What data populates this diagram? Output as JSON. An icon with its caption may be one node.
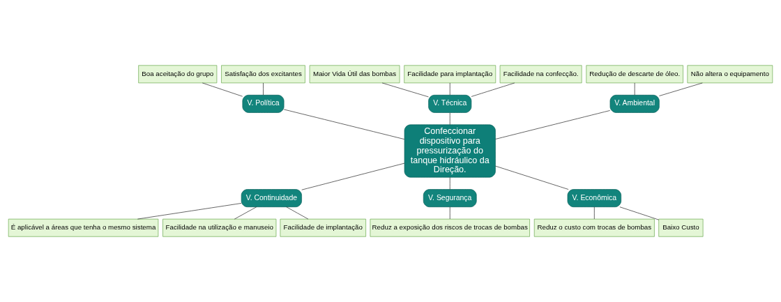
{
  "diagram": {
    "nodes": [
      {
        "text": [
          "V. Ambiental"
        ]
      },
      {
        "text": [
          "V. Política"
        ]
      },
      {
        "text": [
          "V. Técnica"
        ]
      },
      {
        "text": [
          "Redução de descarte de óleo."
        ]
      },
      {
        "text": [
          "Boa aceitação do grupo"
        ]
      },
      {
        "text": [
          "Maior Vida Útil das bombas"
        ]
      },
      {
        "text": [
          "Facilidade para implantação"
        ]
      },
      {
        "text": [
          "Não altera o equipamento"
        ]
      },
      {
        "text": [
          "Satisfação dos excitantes"
        ]
      },
      {
        "text": [
          "Facilidade na confecção."
        ]
      },
      {
        "text": [
          "Confeccionar dispositivo para pressurização do tanque hidráulico da Direção."
        ]
      },
      {
        "text": [
          "Reduz o custo com trocas de bombas"
        ]
      },
      {
        "text": [
          "É aplicável a áreas que tenha o mesmo sistema"
        ]
      },
      {
        "text": [
          "Facilidade na utilização e manuseio"
        ]
      },
      {
        "text": [
          "Reduz a exposição dos riscos de trocas de bombas"
        ]
      },
      {
        "text": [
          "Baixo Custo"
        ]
      },
      {
        "text": [
          "Facilidade de implantação"
        ]
      },
      {
        "text": [
          "V. Continuidade"
        ]
      },
      {
        "text": [
          "V. Segurança"
        ]
      },
      {
        "text": [
          "V. Econômica"
        ]
      }
    ],
    "edges": [
      {
        "from": 3,
        "to": 0,
        "arrow": "none"
      },
      {
        "from": 7,
        "to": 0,
        "arrow": "none"
      },
      {
        "from": 4,
        "to": 1,
        "arrow": "none"
      },
      {
        "from": 8,
        "to": 1,
        "arrow": "none"
      },
      {
        "from": 5,
        "to": 2,
        "arrow": "none"
      },
      {
        "from": 6,
        "to": 2,
        "arrow": "none"
      },
      {
        "from": 9,
        "to": 2,
        "arrow": "none"
      },
      {
        "from": 12,
        "to": 17,
        "arrow": "none"
      },
      {
        "from": 13,
        "to": 17,
        "arrow": "none"
      },
      {
        "from": 16,
        "to": 17,
        "arrow": "none"
      },
      {
        "from": 14,
        "to": 18,
        "arrow": "none"
      },
      {
        "from": 11,
        "to": 19,
        "arrow": "none"
      },
      {
        "from": 15,
        "to": 19,
        "arrow": "none"
      },
      {
        "from": 0,
        "to": 10,
        "arrow": "none"
      },
      {
        "from": 1,
        "to": 10,
        "arrow": "none"
      },
      {
        "from": 2,
        "to": 10,
        "arrow": "none"
      },
      {
        "from": 17,
        "to": 10,
        "arrow": "none"
      },
      {
        "from": 18,
        "to": 10,
        "arrow": "none"
      },
      {
        "from": 19,
        "to": 10,
        "arrow": "none"
      }
    ]
  }
}
